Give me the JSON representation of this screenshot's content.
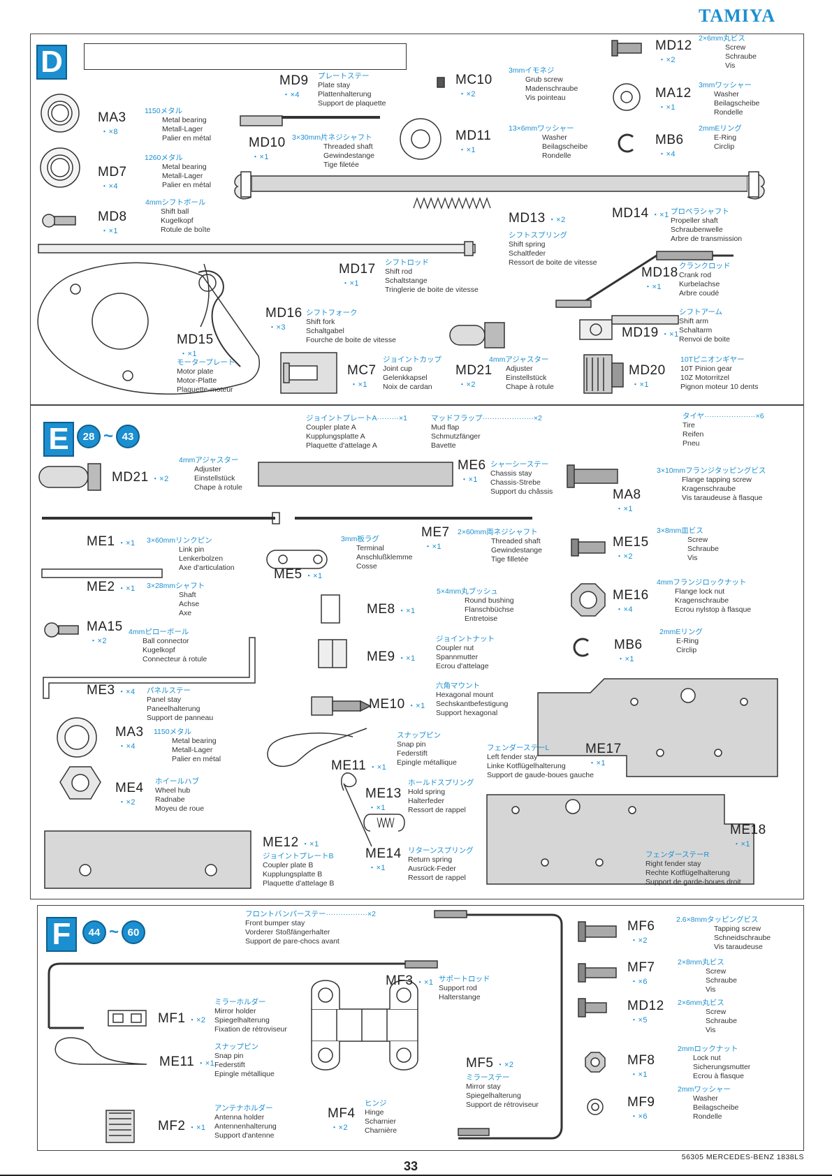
{
  "brand": "TAMIYA",
  "page_number": "33",
  "footer_text": "56305 MERCEDES-BENZ 1838LS",
  "sections": {
    "D": {
      "letter": "D"
    },
    "E": {
      "letter": "E",
      "steps": [
        "28",
        "43"
      ]
    },
    "F": {
      "letter": "F",
      "steps": [
        "44",
        "60"
      ]
    }
  },
  "parts": {
    "MA3": {
      "code": "MA3",
      "qty": "・×8",
      "desc": [
        "1150メタル",
        "Metal bearing",
        "Metall-Lager",
        "Palier en métal"
      ]
    },
    "MD7": {
      "code": "MD7",
      "qty": "・×4",
      "desc": [
        "1260メタル",
        "Metal bearing",
        "Metall-Lager",
        "Palier en métal"
      ]
    },
    "MD8": {
      "code": "MD8",
      "qty": "・×1",
      "desc": [
        "4mmシフトボール",
        "Shift ball",
        "Kugelkopf",
        "Rotule de boîte"
      ]
    },
    "MD9": {
      "code": "MD9",
      "qty": "・×4",
      "desc": [
        "プレートステー",
        "Plate stay",
        "Plattenhalterung",
        "Support de plaquette"
      ]
    },
    "MD10": {
      "code": "MD10",
      "qty": "・×1",
      "desc": [
        "3×30mm片ネジシャフト",
        "Threaded shaft",
        "Gewindestange",
        "Tige filetée"
      ]
    },
    "MC10": {
      "code": "MC10",
      "qty": "・×2",
      "desc": [
        "3mmイモネジ",
        "Grub screw",
        "Madenschraube",
        "Vis pointeau"
      ]
    },
    "MD11": {
      "code": "MD11",
      "qty": "・×1",
      "desc": [
        "13×6mmワッシャー",
        "Washer",
        "Beilagscheibe",
        "Rondelle"
      ]
    },
    "MD12_D": {
      "code": "MD12",
      "qty": "・×2",
      "desc": [
        "2×6mm丸ビス",
        "Screw",
        "Schraube",
        "Vis"
      ]
    },
    "MA12": {
      "code": "MA12",
      "qty": "・×1",
      "desc": [
        "3mmワッシャー",
        "Washer",
        "Beilagscheibe",
        "Rondelle"
      ]
    },
    "MB6_D": {
      "code": "MB6",
      "qty": "・×4",
      "desc": [
        "2mmEリング",
        "E-Ring",
        "Circlip"
      ]
    },
    "MD13": {
      "code": "MD13",
      "qty": "・×2",
      "desc": [
        "シフトスプリング",
        "Shift spring",
        "Schaltfeder",
        "Ressort de boite de vitesse"
      ]
    },
    "MD14": {
      "code": "MD14",
      "qty": "・×1",
      "desc": [
        "プロペラシャフト",
        "Propeller shaft",
        "Schraubenwelle",
        "Arbre de transmission"
      ]
    },
    "MD17": {
      "code": "MD17",
      "qty": "・×1",
      "desc": [
        "シフトロッド",
        "Shift rod",
        "Schaltstange",
        "Tringlerie de boite de vitesse"
      ]
    },
    "MD18": {
      "code": "MD18",
      "qty": "・×1",
      "desc": [
        "クランクロッド",
        "Crank rod",
        "Kurbelachse",
        "Arbre coudé"
      ]
    },
    "MD16": {
      "code": "MD16",
      "qty": "・×3",
      "desc": [
        "シフトフォーク",
        "Shift fork",
        "Schaltgabel",
        "Fourche de boite de vitesse"
      ]
    },
    "MD19": {
      "code": "MD19",
      "qty": "・×1",
      "desc": [
        "シフトアーム",
        "Shift arm",
        "Schaltarm",
        "Renvoi de boite"
      ]
    },
    "MD15": {
      "code": "MD15",
      "qty": "・×1",
      "desc": [
        "モータープレート",
        "Motor plate",
        "Motor-Platte",
        "Plaquette-moteur"
      ]
    },
    "MC7": {
      "code": "MC7",
      "qty": "・×1",
      "desc": [
        "ジョイントカップ",
        "Joint cup",
        "Gelenkkapsel",
        "Noix de cardan"
      ]
    },
    "MD21_D": {
      "code": "MD21",
      "qty": "・×2",
      "desc": [
        "4mmアジャスター",
        "Adjuster",
        "Einstellstück",
        "Chape à rotule"
      ]
    },
    "MD20": {
      "code": "MD20",
      "qty": "・×1",
      "desc": [
        "10Tピニオンギヤー",
        "10T Pinion gear",
        "10Z Motorritzel",
        "Pignon moteur 10 dents"
      ]
    },
    "couplerA": {
      "desc": [
        "ジョイントプレートA·········×1",
        "Coupler plate A",
        "Kupplungsplatte A",
        "Plaquette d'attelage A"
      ]
    },
    "mudflap": {
      "desc": [
        "マッドフラップ·····················×2",
        "Mud flap",
        "Schmutzfänger",
        "Bavette"
      ]
    },
    "tire": {
      "desc": [
        "タイヤ·····················×6",
        "Tire",
        "Reifen",
        "Pneu"
      ]
    },
    "MD21_E": {
      "code": "MD21",
      "qty": "・×2",
      "desc": [
        "4mmアジャスター",
        "Adjuster",
        "Einstellstück",
        "Chape à rotule"
      ]
    },
    "ME6": {
      "code": "ME6",
      "qty": "・×1",
      "desc": [
        "シャーシーステー",
        "Chassis stay",
        "Chassis-Strebe",
        "Support du châssis"
      ]
    },
    "MA8": {
      "code": "MA8",
      "qty": "・×1",
      "desc": [
        "3×10mmフランジタッピングビス",
        "Flange tapping screw",
        "Kragenschraube",
        "Vis taraudeuse à flasque"
      ]
    },
    "ME1": {
      "code": "ME1",
      "qty": "・×1",
      "desc": [
        "3×60mmリンクピン",
        "Link pin",
        "Lenkerbolzen",
        "Axe d'articulation"
      ]
    },
    "ME5": {
      "code": "ME5",
      "qty": "・×1",
      "desc": [
        "3mm板ラグ",
        "Terminal",
        "Anschlußklemme",
        "Cosse"
      ]
    },
    "ME7": {
      "code": "ME7",
      "qty": "・×1",
      "desc": [
        "2×60mm両ネジシャフト",
        "Threaded shaft",
        "Gewindestange",
        "Tige filletée"
      ]
    },
    "ME15": {
      "code": "ME15",
      "qty": "・×2",
      "desc": [
        "3×8mm皿ビス",
        "Screw",
        "Schraube",
        "Vis"
      ]
    },
    "ME2": {
      "code": "ME2",
      "qty": "・×1",
      "desc": [
        "3×28mmシャフト",
        "Shaft",
        "Achse",
        "Axe"
      ]
    },
    "ME8": {
      "code": "ME8",
      "qty": "・×1",
      "desc": [
        "5×4mm丸ブッシュ",
        "Round bushing",
        "Flanschbüchse",
        "Entretoise"
      ]
    },
    "ME16": {
      "code": "ME16",
      "qty": "・×4",
      "desc": [
        "4mmフランジロックナット",
        "Flange lock nut",
        "Kragenschraube",
        "Ecrou nylstop à flasque"
      ]
    },
    "MA15": {
      "code": "MA15",
      "qty": "・×2",
      "desc": [
        "4mmピローボール",
        "Ball connector",
        "Kugelkopf",
        "Connecteur à rotule"
      ]
    },
    "ME9": {
      "code": "ME9",
      "qty": "・×1",
      "desc": [
        "ジョイントナット",
        "Coupler nut",
        "Spannmutter",
        "Ecrou d'attelage"
      ]
    },
    "MB6_E": {
      "code": "MB6",
      "qty": "・×1",
      "desc": [
        "2mmEリング",
        "E-Ring",
        "Circlip"
      ]
    },
    "ME3": {
      "code": "ME3",
      "qty": "・×4",
      "desc": [
        "パネルステー",
        "Panel stay",
        "Paneelhalterung",
        "Support de panneau"
      ]
    },
    "ME10": {
      "code": "ME10",
      "qty": "・×1",
      "desc": [
        "六角マウント",
        "Hexagonal mount",
        "Sechskantbefestigung",
        "Support hexagonal"
      ]
    },
    "MA3_E": {
      "code": "MA3",
      "qty": "・×4",
      "desc": [
        "1150メタル",
        "Metal bearing",
        "Metall-Lager",
        "Palier en métal"
      ]
    },
    "ME11_E": {
      "code": "ME11",
      "qty": "・×1",
      "desc": [
        "スナップピン",
        "Snap pin",
        "Federstift",
        "Epingle métallique"
      ]
    },
    "ME17": {
      "code": "ME17",
      "qty": "・×1",
      "desc": [
        "フェンダーステーL",
        "Left fender stay",
        "Linke Kotflügelhalterung",
        "Support de gaude-boues gauche"
      ]
    },
    "ME4": {
      "code": "ME4",
      "qty": "・×2",
      "desc": [
        "ホイールハブ",
        "Wheel hub",
        "Radnabe",
        "Moyeu de roue"
      ]
    },
    "ME13": {
      "code": "ME13",
      "qty": "・×1",
      "desc": [
        "ホールドスプリング",
        "Hold spring",
        "Halterfeder",
        "Ressort de rappel"
      ]
    },
    "ME18": {
      "code": "ME18",
      "qty": "・×1",
      "desc": [
        "フェンダーステーR",
        "Right fender stay",
        "Rechte Kotflügelhalterung",
        "Support de garde-boues droit"
      ]
    },
    "ME12": {
      "code": "ME12",
      "qty": "・×1",
      "desc": [
        "ジョイントプレートB",
        "Coupler plate B",
        "Kupplungsplatte B",
        "Plaquette d'attelage B"
      ]
    },
    "ME14": {
      "code": "ME14",
      "qty": "・×1",
      "desc": [
        "リターンスプリング",
        "Return spring",
        "Ausrück-Feder",
        "Ressort de rappel"
      ]
    },
    "frontbumper": {
      "desc": [
        "フロントバンパーステー·················×2",
        "Front bumper stay",
        "Vorderer Stoßfängerhalter",
        "Support de pare-chocs avant"
      ]
    },
    "MF6": {
      "code": "MF6",
      "qty": "・×2",
      "desc": [
        "2.6×8mmタッピングビス",
        "Tapping screw",
        "Schneidschraube",
        "Vis taraudeuse"
      ]
    },
    "MF3": {
      "code": "MF3",
      "qty": "・×1",
      "desc": [
        "サポートロッド",
        "Support rod",
        "Halterstange"
      ]
    },
    "MF7": {
      "code": "MF7",
      "qty": "・×6",
      "desc": [
        "2×8mm丸ビス",
        "Screw",
        "Schraube",
        "Vis"
      ]
    },
    "MF1": {
      "code": "MF1",
      "qty": "・×2",
      "desc": [
        "ミラーホルダー",
        "Mirror holder",
        "Spiegelhalterung",
        "Fixation de rétroviseur"
      ]
    },
    "MD12_F": {
      "code": "MD12",
      "qty": "・×5",
      "desc": [
        "2×6mm丸ビス",
        "Screw",
        "Schraube",
        "Vis"
      ]
    },
    "ME11_F": {
      "code": "ME11",
      "qty": "・×1",
      "desc": [
        "スナップピン",
        "Snap pin",
        "Federstift",
        "Epingle métallique"
      ]
    },
    "MF5": {
      "code": "MF5",
      "qty": "・×2",
      "desc": [
        "ミラーステー",
        "Mirror stay",
        "Spiegelhalterung",
        "Support de rétroviseur"
      ]
    },
    "MF8": {
      "code": "MF8",
      "qty": "・×1",
      "desc": [
        "2mmロックナット",
        "Lock nut",
        "Sicherungsmutter",
        "Ecrou à flasque"
      ]
    },
    "MF2": {
      "code": "MF2",
      "qty": "・×1",
      "desc": [
        "アンテナホルダー",
        "Antenna holder",
        "Antennenhalterung",
        "Support d'antenne"
      ]
    },
    "MF4": {
      "code": "MF4",
      "qty": "・×2",
      "desc": [
        "ヒンジ",
        "Hinge",
        "Scharnier",
        "Charnière"
      ]
    },
    "MF9": {
      "code": "MF9",
      "qty": "・×6",
      "desc": [
        "2mmワッシャー",
        "Washer",
        "Beilagscheibe",
        "Rondelle"
      ]
    }
  }
}
